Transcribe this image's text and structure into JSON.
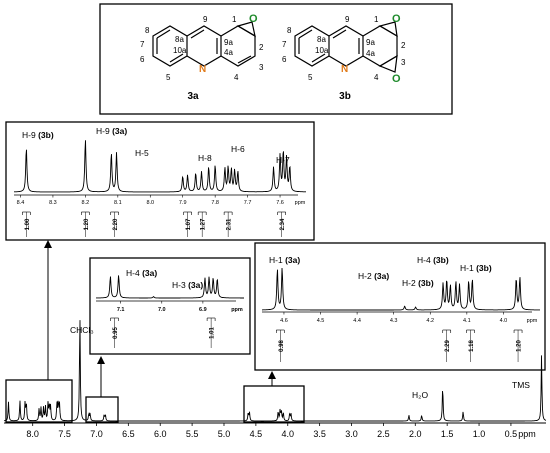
{
  "structures": {
    "mol_a": {
      "name": "3a",
      "atoms": [
        "8",
        "9",
        "1",
        "7",
        "8a",
        "9a",
        "2",
        "10a",
        "4a",
        "6",
        "N",
        "3",
        "5",
        "4"
      ],
      "epoxide_o": [
        "O"
      ]
    },
    "mol_b": {
      "name": "3b",
      "atoms": [
        "8",
        "9",
        "1",
        "7",
        "8a",
        "9a",
        "2",
        "10a",
        "4a",
        "6",
        "N",
        "3",
        "5",
        "4"
      ],
      "epoxide_o": [
        "O",
        "O"
      ]
    }
  },
  "colors": {
    "oxygen": "#1e8a2b",
    "nitrogen": "#e07a1a",
    "line": "#000000"
  },
  "chart_data": [
    {
      "type": "line",
      "panel": "main",
      "xlabel": "ppm",
      "xlim": [
        8.45,
        -0.05
      ],
      "x_ticks": [
        "8.0",
        "7.5",
        "7.0",
        "6.5",
        "6.0",
        "5.5",
        "5.0",
        "4.5",
        "4.0",
        "3.5",
        "3.0",
        "2.5",
        "2.0",
        "1.5",
        "1.0",
        "0.5",
        "ppm"
      ],
      "x_tick_values": [
        8.0,
        7.5,
        7.0,
        6.5,
        6.0,
        5.5,
        5.0,
        4.5,
        4.0,
        3.5,
        3.0,
        2.5,
        2.0,
        1.5,
        1.0,
        0.5
      ],
      "peaks": [
        {
          "x": 8.38,
          "h": 0.16
        },
        {
          "x": 8.2,
          "h": 0.17
        },
        {
          "x": 8.12,
          "h": 0.15
        },
        {
          "x": 8.1,
          "h": 0.15
        },
        {
          "x": 7.9,
          "h": 0.1
        },
        {
          "x": 7.87,
          "h": 0.11
        },
        {
          "x": 7.83,
          "h": 0.11
        },
        {
          "x": 7.8,
          "h": 0.12
        },
        {
          "x": 7.76,
          "h": 0.14
        },
        {
          "x": 7.74,
          "h": 0.13
        },
        {
          "x": 7.72,
          "h": 0.12
        },
        {
          "x": 7.62,
          "h": 0.14
        },
        {
          "x": 7.6,
          "h": 0.16
        },
        {
          "x": 7.58,
          "h": 0.14
        },
        {
          "x": 7.26,
          "h": 0.9
        },
        {
          "x": 7.12,
          "h": 0.06
        },
        {
          "x": 7.1,
          "h": 0.06
        },
        {
          "x": 6.88,
          "h": 0.05
        },
        {
          "x": 6.86,
          "h": 0.05
        },
        {
          "x": 4.62,
          "h": 0.07
        },
        {
          "x": 4.6,
          "h": 0.07
        },
        {
          "x": 4.15,
          "h": 0.08
        },
        {
          "x": 4.12,
          "h": 0.09
        },
        {
          "x": 4.1,
          "h": 0.08
        },
        {
          "x": 4.07,
          "h": 0.07
        },
        {
          "x": 3.97,
          "h": 0.06
        },
        {
          "x": 3.95,
          "h": 0.06
        },
        {
          "x": 2.1,
          "h": 0.05
        },
        {
          "x": 1.9,
          "h": 0.05
        },
        {
          "x": 1.57,
          "h": 0.3
        },
        {
          "x": 1.25,
          "h": 0.08
        },
        {
          "x": 0.02,
          "h": 0.55
        }
      ],
      "annotations": [
        "CHCl₃",
        "H₂O",
        "TMS"
      ]
    },
    {
      "type": "line",
      "panel": "inset-aromatic",
      "xlabel": "ppm",
      "x_ticks": [
        "8.4",
        "8.3",
        "8.2",
        "8.1",
        "8.0",
        "7.9",
        "7.8",
        "7.7",
        "7.6",
        "ppm"
      ],
      "x_tick_values": [
        8.4,
        8.3,
        8.2,
        8.1,
        8.0,
        7.9,
        7.8,
        7.7,
        7.6
      ],
      "xlim": [
        8.42,
        7.52
      ],
      "peak_labels": [
        {
          "label": "H-9",
          "sub": "3b",
          "x": 8.38
        },
        {
          "label": "H-9",
          "sub": "3a",
          "x": 8.2
        },
        {
          "label": "H-5",
          "sub": "",
          "x": 8.11
        },
        {
          "label": "H-8",
          "sub": "",
          "x": 7.86
        },
        {
          "label": "H-6",
          "sub": "",
          "x": 7.76
        },
        {
          "label": "H-7",
          "sub": "",
          "x": 7.6
        }
      ],
      "peaks": [
        {
          "x": 8.382,
          "h": 0.8
        },
        {
          "x": 8.2,
          "h": 0.95
        },
        {
          "x": 8.12,
          "h": 0.7
        },
        {
          "x": 8.104,
          "h": 0.7
        },
        {
          "x": 7.9,
          "h": 0.28
        },
        {
          "x": 7.885,
          "h": 0.3
        },
        {
          "x": 7.86,
          "h": 0.34
        },
        {
          "x": 7.842,
          "h": 0.36
        },
        {
          "x": 7.82,
          "h": 0.45
        },
        {
          "x": 7.8,
          "h": 0.48
        },
        {
          "x": 7.77,
          "h": 0.42
        },
        {
          "x": 7.76,
          "h": 0.44
        },
        {
          "x": 7.75,
          "h": 0.4
        },
        {
          "x": 7.74,
          "h": 0.38
        },
        {
          "x": 7.73,
          "h": 0.36
        },
        {
          "x": 7.62,
          "h": 0.44
        },
        {
          "x": 7.6,
          "h": 0.65
        },
        {
          "x": 7.59,
          "h": 0.72
        },
        {
          "x": 7.58,
          "h": 0.6
        },
        {
          "x": 7.57,
          "h": 0.45
        }
      ],
      "integrals": [
        {
          "x": 8.382,
          "value": "1.00"
        },
        {
          "x": 8.2,
          "value": "1.20"
        },
        {
          "x": 8.11,
          "value": "2.20"
        },
        {
          "x": 7.885,
          "value": "1.07"
        },
        {
          "x": 7.84,
          "value": "1.27"
        },
        {
          "x": 7.76,
          "value": "2.31"
        },
        {
          "x": 7.595,
          "value": "2.34"
        }
      ]
    },
    {
      "type": "line",
      "panel": "inset-olefinic",
      "xlabel": "ppm",
      "x_ticks": [
        "7.1",
        "7.0",
        "6.9",
        "ppm"
      ],
      "x_tick_values": [
        7.1,
        7.0,
        6.9
      ],
      "xlim": [
        7.16,
        6.8
      ],
      "peak_labels": [
        {
          "label": "H-4",
          "sub": "3a",
          "x": 7.11
        },
        {
          "label": "H-3",
          "sub": "3a",
          "x": 6.88
        }
      ],
      "peaks": [
        {
          "x": 7.125,
          "h": 0.78
        },
        {
          "x": 7.105,
          "h": 0.82
        },
        {
          "x": 7.02,
          "h": 0.05
        },
        {
          "x": 6.895,
          "h": 0.7
        },
        {
          "x": 6.885,
          "h": 0.72
        },
        {
          "x": 6.875,
          "h": 0.7
        },
        {
          "x": 6.865,
          "h": 0.68
        }
      ],
      "integrals": [
        {
          "x": 7.115,
          "value": "0.95"
        },
        {
          "x": 6.88,
          "value": "1.01"
        }
      ]
    },
    {
      "type": "line",
      "panel": "inset-epoxide",
      "xlabel": "ppm",
      "x_ticks": [
        "4.6",
        "4.5",
        "4.4",
        "4.3",
        "4.2",
        "4.1",
        "4.0",
        "ppm"
      ],
      "x_tick_values": [
        4.6,
        4.5,
        4.4,
        4.3,
        4.2,
        4.1,
        4.0
      ],
      "xlim": [
        4.66,
        3.9
      ],
      "peak_labels": [
        {
          "label": "H-1",
          "sub": "3a",
          "x": 4.61
        },
        {
          "label": "H-2",
          "sub": "3a",
          "x": 4.16
        },
        {
          "label": "H-4",
          "sub": "3b",
          "x": 4.09
        },
        {
          "label": "H-1",
          "sub": "3b",
          "x": 3.96
        },
        {
          "label": "H-2",
          "sub": "3b",
          "x": 4.12
        }
      ],
      "peaks": [
        {
          "x": 4.618,
          "h": 0.85
        },
        {
          "x": 4.605,
          "h": 0.88
        },
        {
          "x": 4.27,
          "h": 0.08
        },
        {
          "x": 4.24,
          "h": 0.06
        },
        {
          "x": 4.165,
          "h": 0.55
        },
        {
          "x": 4.155,
          "h": 0.62
        },
        {
          "x": 4.145,
          "h": 0.5
        },
        {
          "x": 4.13,
          "h": 0.58
        },
        {
          "x": 4.12,
          "h": 0.52
        },
        {
          "x": 4.095,
          "h": 0.6
        },
        {
          "x": 4.085,
          "h": 0.64
        },
        {
          "x": 3.965,
          "h": 0.66
        },
        {
          "x": 3.955,
          "h": 0.68
        }
      ],
      "integrals": [
        {
          "x": 4.61,
          "value": "0.98"
        },
        {
          "x": 4.155,
          "value": "2.29"
        },
        {
          "x": 4.09,
          "value": "1.18"
        },
        {
          "x": 3.96,
          "value": "1.20"
        }
      ]
    }
  ]
}
